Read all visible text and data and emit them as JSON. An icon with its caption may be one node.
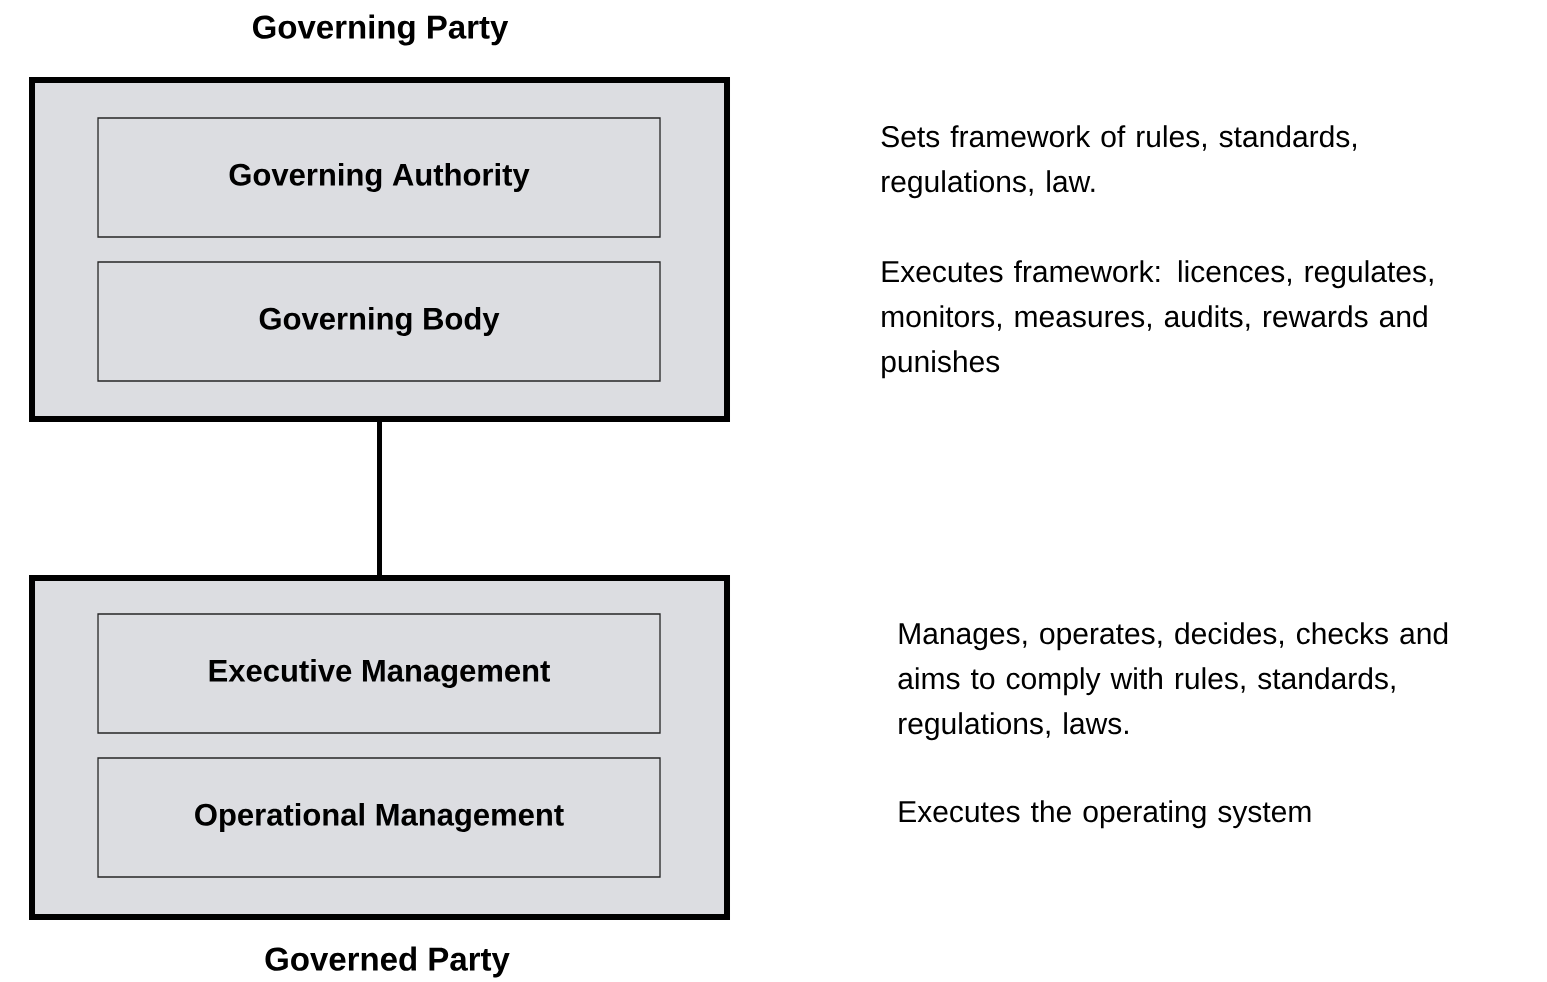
{
  "diagram": {
    "nodes": [
      {
        "text": [
          "Governing Party"
        ]
      },
      {
        "text": [
          "Governing Authority"
        ],
        "in": 0
      },
      {
        "text": [
          "Governing Body"
        ],
        "in": 0
      },
      {
        "text": [
          "Governed Party"
        ]
      },
      {
        "text": [
          "Executive Management"
        ],
        "in": 3
      },
      {
        "text": [
          "Operational Management"
        ],
        "in": 3
      }
    ],
    "edges": [
      {
        "from": 0,
        "to": 3,
        "arrow": "none"
      }
    ],
    "labels": [
      "Sets framework of rules, standards, regulations, law.",
      "Executes framework: licences, regulates, monitors, measures, audits, rewards and punishes",
      "Manages, operates, decides, checks and aims to comply with rules, standards, regulations, laws.",
      "Executes the operating system"
    ]
  }
}
